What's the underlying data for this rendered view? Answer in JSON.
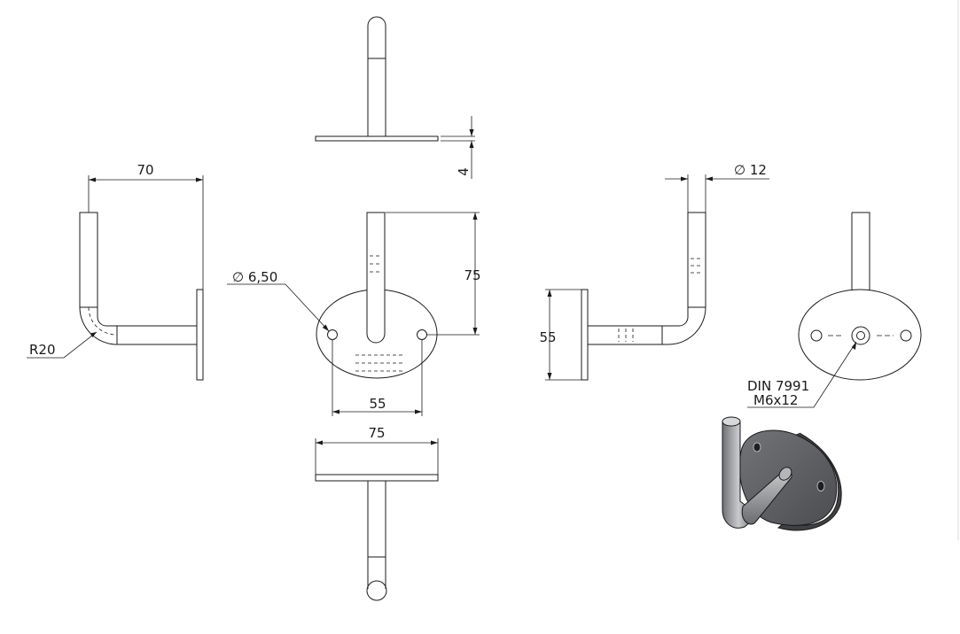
{
  "dimensions": {
    "top_plate_thickness": "4",
    "left_arm_length": "70",
    "left_bend_radius": "R20",
    "front_hole_diameter": "∅ 6,50",
    "front_height": "75",
    "front_hole_spacing": "55",
    "bottom_plate_width": "75",
    "right_tube_diameter": "∅ 12",
    "right_plate_height": "55"
  },
  "callouts": {
    "screw_standard": "DIN 7991",
    "screw_size": "M6x12"
  },
  "colors": {
    "line": "#1a1a1a",
    "background": "#ffffff",
    "iso_plate": "#5f6064",
    "iso_tube": "#9a9b9e"
  }
}
